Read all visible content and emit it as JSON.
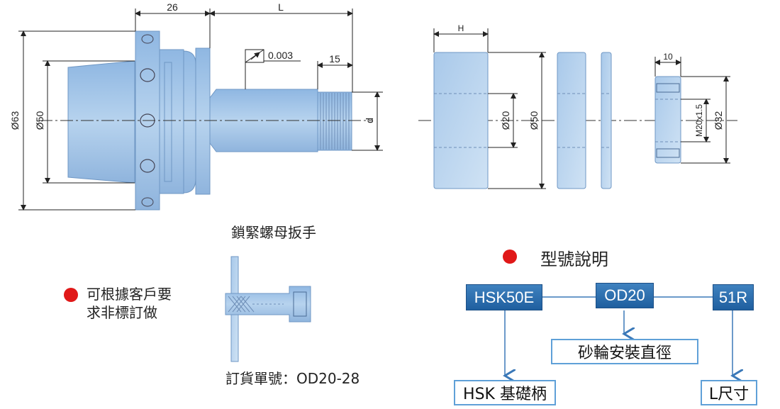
{
  "dimensions": {
    "dim_26": "26",
    "dim_L": "L",
    "dim_15": "15",
    "tolerance": "0.003",
    "dia_63": "Ø63",
    "dia_50": "Ø50",
    "label_d": "d",
    "dim_H": "H",
    "dia_20": "Ø20",
    "dia_50_wheel": "Ø50",
    "dim_10": "10",
    "thread_M20": "M20x1.5",
    "dia_32": "Ø32"
  },
  "wrench": {
    "title": "鎖緊螺母扳手",
    "order_number": "訂貨單號：OD20-28"
  },
  "custom_note": {
    "line1": "可根據客戶要",
    "line2": "求非標訂做"
  },
  "model": {
    "title": "型號說明",
    "code_1": "HSK50E",
    "code_2": "OD20",
    "code_3": "51R",
    "desc_1": "HSK 基礎柄",
    "desc_2": "砂輪安裝直徑",
    "desc_3": "L尺寸"
  },
  "colors": {
    "part_fill": "#a9c9ea",
    "part_stroke": "#6f97c4",
    "bullet": "#e01818",
    "box_fill": "#2a6dae",
    "box_border": "#5fa0d8",
    "arrow": "#3a78b8"
  }
}
